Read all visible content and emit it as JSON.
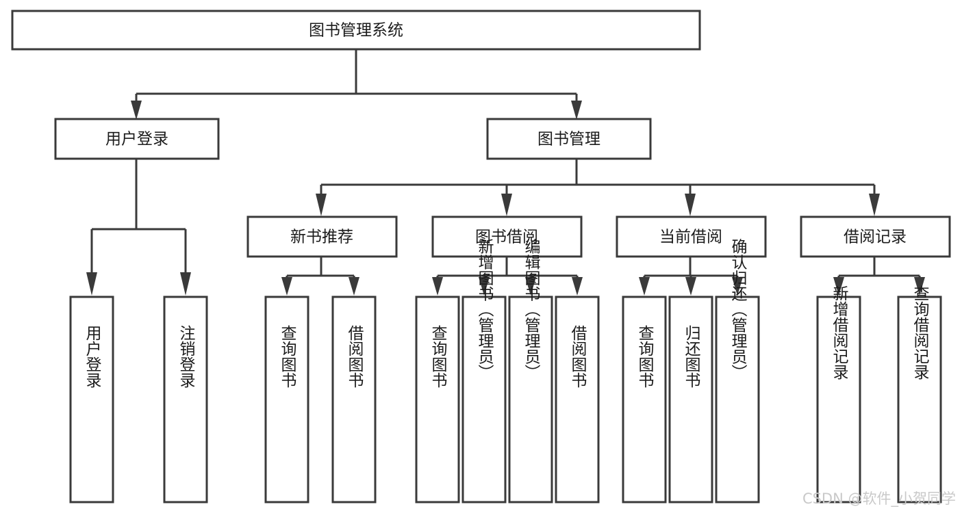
{
  "diagram": {
    "title": "图书管理系统",
    "type": "hierarchy-tree",
    "background_color": "#ffffff",
    "stroke_color": "#3a3a3a",
    "text_color": "#1b1b1b",
    "levels": {
      "root": {
        "label": "图书管理系统"
      },
      "level2": [
        {
          "id": "user-login",
          "label": "用户登录"
        },
        {
          "id": "book-management",
          "label": "图书管理"
        }
      ],
      "level3": [
        {
          "id": "new-book-recommend",
          "label": "新书推荐",
          "parent": "book-management"
        },
        {
          "id": "book-borrow",
          "label": "图书借阅",
          "parent": "book-management"
        },
        {
          "id": "current-borrow",
          "label": "当前借阅",
          "parent": "book-management"
        },
        {
          "id": "borrow-record",
          "label": "借阅记录",
          "parent": "book-management"
        }
      ],
      "leaves": {
        "user-login": [
          {
            "id": "leaf-user-login",
            "label": "用户登录"
          },
          {
            "id": "leaf-user-logout",
            "label": "注销登录"
          }
        ],
        "new-book-recommend": [
          {
            "id": "leaf-query-book-1",
            "label": "查询图书"
          },
          {
            "id": "leaf-borrow-book-1",
            "label": "借阅图书"
          }
        ],
        "book-borrow": [
          {
            "id": "leaf-query-book-2",
            "label": "查询图书"
          },
          {
            "id": "leaf-add-book",
            "label": "新增图书（管理员）"
          },
          {
            "id": "leaf-edit-book",
            "label": "编辑图书（管理员）"
          },
          {
            "id": "leaf-borrow-book-2",
            "label": "借阅图书"
          }
        ],
        "current-borrow": [
          {
            "id": "leaf-query-book-3",
            "label": "查询图书"
          },
          {
            "id": "leaf-return-book",
            "label": "归还图书"
          },
          {
            "id": "leaf-confirm-return",
            "label": "确认归还（管理员）"
          }
        ],
        "borrow-record": [
          {
            "id": "leaf-add-record",
            "label": "新增借阅记录"
          },
          {
            "id": "leaf-query-record",
            "label": "查询借阅记录"
          }
        ]
      }
    }
  },
  "watermark": {
    "label": "CSDN @软件_小贺同学",
    "color": "#c9c9c9"
  }
}
